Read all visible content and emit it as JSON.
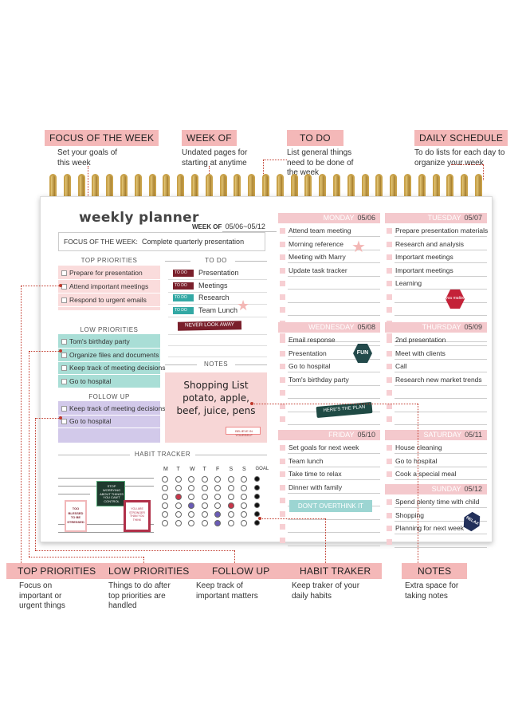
{
  "callouts_top": [
    {
      "label": "FOCUS OF THE WEEK",
      "desc": "Set your goals of this week"
    },
    {
      "label": "WEEK OF",
      "desc": "Undated pages for starting at anytime"
    },
    {
      "label": "TO DO",
      "desc": "List general things need to be done of the week"
    },
    {
      "label": "DAILY SCHEDULE",
      "desc": "To do lists for each day to organize your week"
    }
  ],
  "callouts_bottom": [
    {
      "label": "TOP PRIORITIES",
      "desc": "Focus on important or urgent things"
    },
    {
      "label": "LOW PRIORITIES",
      "desc": "Things to do after top priorities are handled"
    },
    {
      "label": "FOLLOW UP",
      "desc": "Keep track of important matters"
    },
    {
      "label": "HABIT TRAKER",
      "desc": "Keep traker of your daily habits"
    },
    {
      "label": "NOTES",
      "desc": "Extra space for taking notes"
    }
  ],
  "planner": {
    "title": "weekly planner",
    "week_of_label": "WEEK OF",
    "week_of_value": "05/06~05/12",
    "focus_label": "FOCUS OF THE WEEK:",
    "focus_value": "Complete quarterly presentation",
    "top_priorities_label": "TOP PRIORITIES",
    "top_priorities": [
      "Prepare for presentation",
      "Attend important meetings",
      "Respond to urgent emails"
    ],
    "low_priorities_label": "LOW PRIORITIES",
    "low_priorities": [
      "Tom's birthday party",
      "Organize files and documents",
      "Keep track of meeting decisions",
      "Go to hospital"
    ],
    "follow_up_label": "FOLLOW UP",
    "follow_up": [
      "Keep track of meeting decisions",
      "Go to hospital"
    ],
    "todo_label": "TO DO",
    "todo_tag": "TO DO",
    "todo": [
      "Presentation",
      "Meetings",
      "Research",
      "Team Lunch"
    ],
    "never_look_away": "NEVER LOOK AWAY",
    "notes_label": "NOTES",
    "notes_text": "Shopping List potato, apple, beef, juice, pens",
    "believe_sticker": "BELIEVE IN YOURSELF",
    "habit_label": "HABIT TRACKER",
    "habit_days": [
      "M",
      "T",
      "W",
      "T",
      "F",
      "S",
      "S",
      "GOAL"
    ],
    "sticker_stop": "STOP WORRYING ABOUT THINGS YOU CAN'T CONTROL",
    "sticker_blessed": "TOO BLESSED TO BE STRESSED",
    "sticker_strength": "YOU ARE STRONGER THAN YOU THINK",
    "sticker_you_matter": "you matter",
    "sticker_fun": "FUN",
    "sticker_plan": "HERE'S THE PLAN",
    "sticker_dont": "DON'T OVERTHINK IT",
    "sticker_relax": "RELAX",
    "days": [
      {
        "name": "MONDAY",
        "date": "05/06",
        "items": [
          "Attend team meeting",
          "Morning reference",
          "Meeting with Marry",
          "Update task tracker"
        ]
      },
      {
        "name": "TUESDAY",
        "date": "05/07",
        "items": [
          "Prepare presentation materials",
          "Research and analysis",
          "Important meetings",
          "Important meetings",
          "Learning"
        ]
      },
      {
        "name": "WEDNESDAY",
        "date": "05/08",
        "items": [
          "Email response",
          "Presentation",
          "Go to hospital",
          "Tom's birthday party"
        ]
      },
      {
        "name": "THURSDAY",
        "date": "05/09",
        "items": [
          "2nd presentation",
          "Meet with clients",
          "Call",
          "Research new market trends"
        ]
      },
      {
        "name": "FRIDAY",
        "date": "05/10",
        "items": [
          "Set goals for next week",
          "Team lunch",
          "Take time to relax",
          "Dinner with family"
        ]
      },
      {
        "name": "SATURDAY",
        "date": "05/11",
        "items": [
          "House cleaning",
          "Go to hospital",
          "Cook a special meal"
        ]
      },
      {
        "name": "SUNDAY",
        "date": "05/12",
        "items": [
          "Spend plenty time with child",
          "Shopping",
          "Planning for next week"
        ]
      }
    ]
  }
}
